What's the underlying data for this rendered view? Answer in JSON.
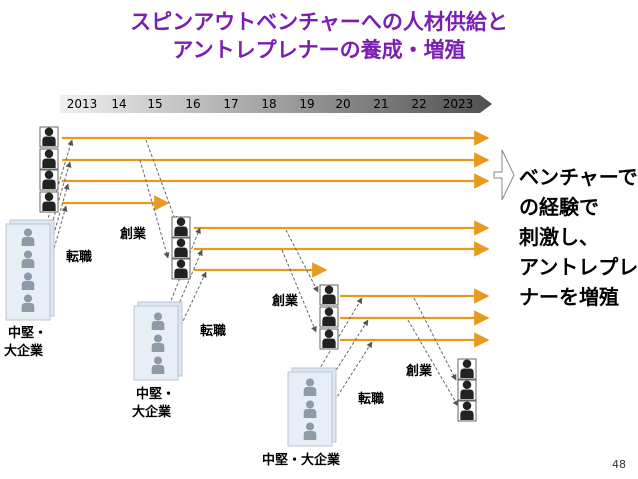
{
  "title": {
    "line1": "スピンアウトベンチャーへの人材供給と",
    "line2": "アントレプレナーの養成・増殖"
  },
  "years": [
    "2013",
    "14",
    "15",
    "16",
    "17",
    "18",
    "19",
    "20",
    "21",
    "22",
    "2023"
  ],
  "labels": {
    "sogyo": "創業",
    "tenshoku": "転職",
    "company1_line1": "中堅・",
    "company1_line2": "大企業",
    "company2_line1": "中堅・",
    "company2_line2": "大企業",
    "company3": "中堅・大企業"
  },
  "side_text": [
    "ベンチャーで",
    "の経験で",
    "刺激し、",
    "アントレプレ",
    "ナーを増殖"
  ],
  "page_number": "48",
  "colors": {
    "title": "#7a1fb0",
    "arrow": "#e69a1e",
    "person": "#222222",
    "office_person": "#8e9aa8",
    "office_bg": "#dde7f2",
    "year_bar_light": "#e4e4e4",
    "year_bar_dark": "#555555"
  }
}
